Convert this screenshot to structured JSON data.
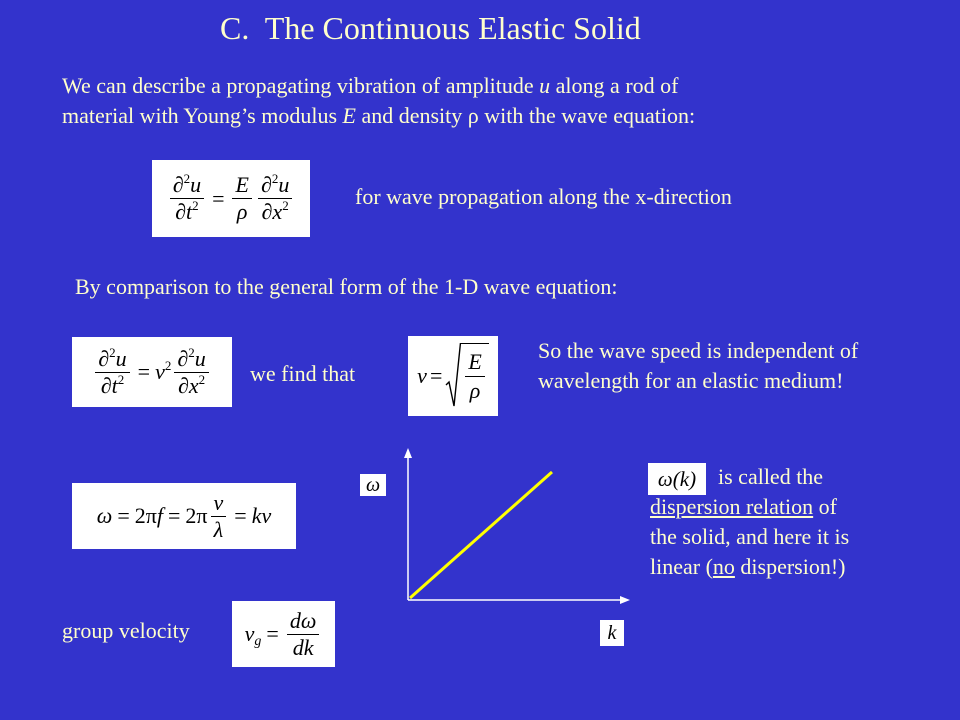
{
  "slide": {
    "title": "C.  The Continuous Elastic Solid",
    "intro": {
      "line1_a": "We can describe a propagating vibration of amplitude ",
      "line1_var": "u",
      "line1_b": " along a rod of",
      "line2_a": "material with Young’s modulus ",
      "line2_var_e": "E",
      "line2_b": " and density ",
      "line2_var_rho": "ρ",
      "line2_c": " with the wave equation:"
    },
    "wave_equation": {
      "lhs_num": [
        "∂",
        "2",
        "u"
      ],
      "lhs_den": [
        "∂",
        "t",
        "2"
      ],
      "equals": "=",
      "coef_num": "E",
      "coef_den": "ρ",
      "rhs_num": [
        "∂",
        "2",
        "u"
      ],
      "rhs_den": [
        "∂",
        "x",
        "2"
      ]
    },
    "wave_equation_note": "for wave propagation along the x-direction",
    "comparison_text": "By comparison to the general form of the 1-D wave equation:",
    "general_equation": {
      "lhs_num": [
        "∂",
        "2",
        "u"
      ],
      "lhs_den": [
        "∂",
        "t",
        "2"
      ],
      "equals": "=",
      "coef": "v",
      "coef_exp": "2",
      "rhs_num": [
        "∂",
        "2",
        "u"
      ],
      "rhs_den": [
        "∂",
        "x",
        "2"
      ]
    },
    "we_find_that": "we find that",
    "speed_equation": {
      "lhs": "v",
      "equals": "=",
      "num": "E",
      "den": "ρ"
    },
    "speed_note": [
      "So the wave speed is independent of",
      "wavelength for an elastic medium!"
    ],
    "dispersion_equation": {
      "omega": "ω",
      "eq1": "=",
      "two_pi_a": "2π",
      "f": "f",
      "eq2": "=",
      "two_pi_b": "2π",
      "num": "v",
      "den": "λ",
      "eq3": "=",
      "kv": "kv"
    },
    "graph": {
      "y_label": "ω",
      "x_label": "k",
      "line_color": "#ffff00",
      "axis_color": "#ffffff"
    },
    "dispersion_label": "ω(k)",
    "dispersion_text": {
      "line1": "is called the",
      "line2_ul": "dispersion relation",
      "line2_rest": " of",
      "line3": "the solid, and here it is",
      "line4_a": "linear (",
      "line4_ul": "no",
      "line4_b": " dispersion!)"
    },
    "group_velocity_label": "group velocity",
    "group_velocity_equation": {
      "v": "v",
      "sub": "g",
      "equals": "=",
      "num": "dω",
      "den": "dk"
    }
  }
}
